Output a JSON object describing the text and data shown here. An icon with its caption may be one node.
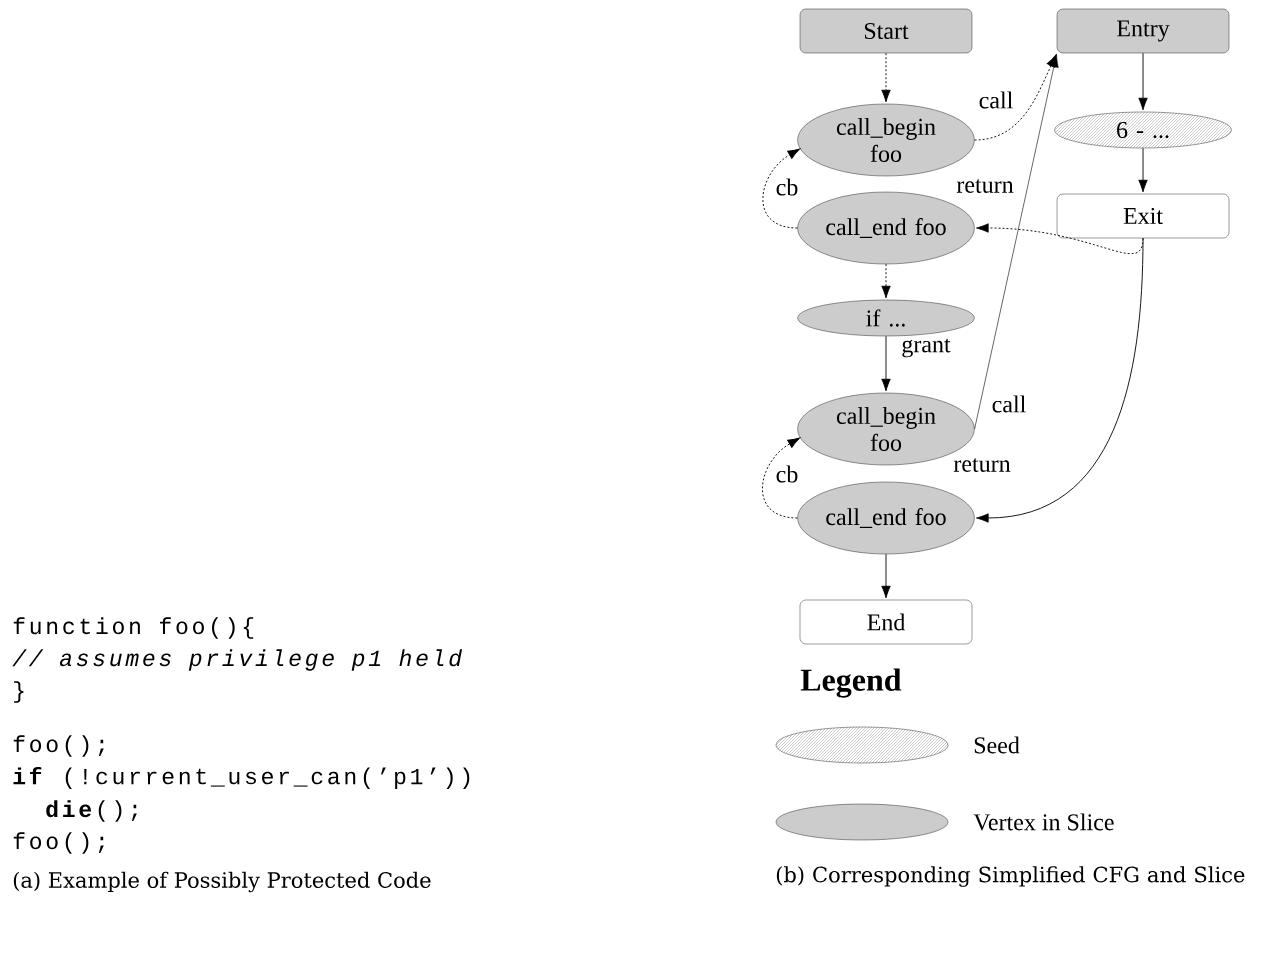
{
  "diagram": {
    "nodes": [
      {
        "text": [
          "Start"
        ]
      },
      {
        "text": [
          "Entry"
        ]
      },
      {
        "text": [
          "call_begin foo"
        ]
      },
      {
        "text": [
          "6 - ..."
        ]
      },
      {
        "text": [
          "call_end foo"
        ]
      },
      {
        "text": [
          "Exit"
        ]
      },
      {
        "text": [
          "if ..."
        ]
      },
      {
        "text": [
          "call_begin foo"
        ]
      },
      {
        "text": [
          "call_end foo"
        ]
      },
      {
        "text": [
          "End"
        ]
      }
    ],
    "edges": [
      {
        "from": 0,
        "to": 2,
        "arrow": "to",
        "style": "dashed"
      },
      {
        "from": 2,
        "to": 1,
        "arrow": "to",
        "style": "dashed",
        "label": "call"
      },
      {
        "from": 1,
        "to": 3,
        "arrow": "to"
      },
      {
        "from": 3,
        "to": 5,
        "arrow": "to"
      },
      {
        "from": 5,
        "to": 4,
        "arrow": "to",
        "style": "dashed",
        "label": "return"
      },
      {
        "from": 4,
        "to": 2,
        "arrow": "to",
        "style": "dashed",
        "label": "cb"
      },
      {
        "from": 4,
        "to": 6,
        "arrow": "to",
        "style": "dashed"
      },
      {
        "from": 6,
        "to": 7,
        "arrow": "to",
        "label": "grant"
      },
      {
        "from": 7,
        "to": 1,
        "arrow": "to",
        "label": "call"
      },
      {
        "from": 5,
        "to": 8,
        "arrow": "to",
        "label": "return"
      },
      {
        "from": 8,
        "to": 7,
        "arrow": "to",
        "style": "dashed",
        "label": "cb"
      },
      {
        "from": 8,
        "to": 9,
        "arrow": "to"
      }
    ],
    "labels": [
      "function foo(){",
      "// assumes privilege p1 held",
      "}",
      "foo();",
      "**if** (!current_user_can(’p1’))",
      "**die**();",
      "foo();",
      "(a) Example of Possibly Protected Code",
      "Legend",
      "(b) Corresponding Simplified CFG and Slice"
    ],
    "legend": [
      {
        "text": "Seed"
      },
      {
        "text": "Vertex in Slice",
        "color": "#cccccc"
      }
    ]
  }
}
